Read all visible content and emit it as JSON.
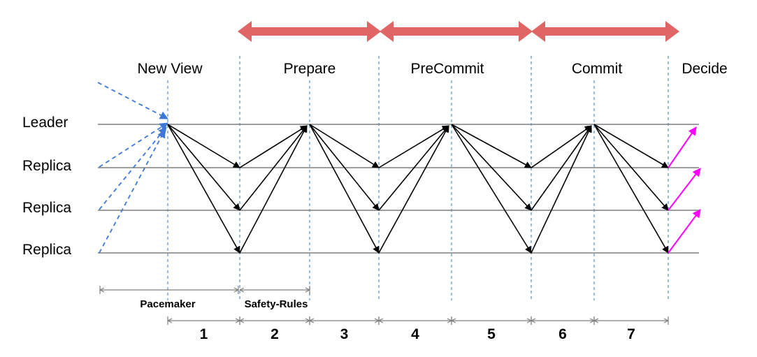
{
  "phases": [
    "New View",
    "Prepare",
    "PreCommit",
    "Commit",
    "Decide"
  ],
  "rows": [
    "Leader",
    "Replica",
    "Replica",
    "Replica"
  ],
  "spans": [
    "Pacemaker",
    "Safety-Rules"
  ],
  "steps": [
    "1",
    "2",
    "3",
    "4",
    "5",
    "6",
    "7"
  ],
  "colors": {
    "phase_arrow": "#e06666",
    "timeline": "#7f7f7f",
    "divider": "#6fa8dc",
    "message_arrow": "#000000",
    "new_view_arrow": "#3c78d8",
    "decide_arrow": "#ff00ff",
    "span_line": "#808080"
  }
}
